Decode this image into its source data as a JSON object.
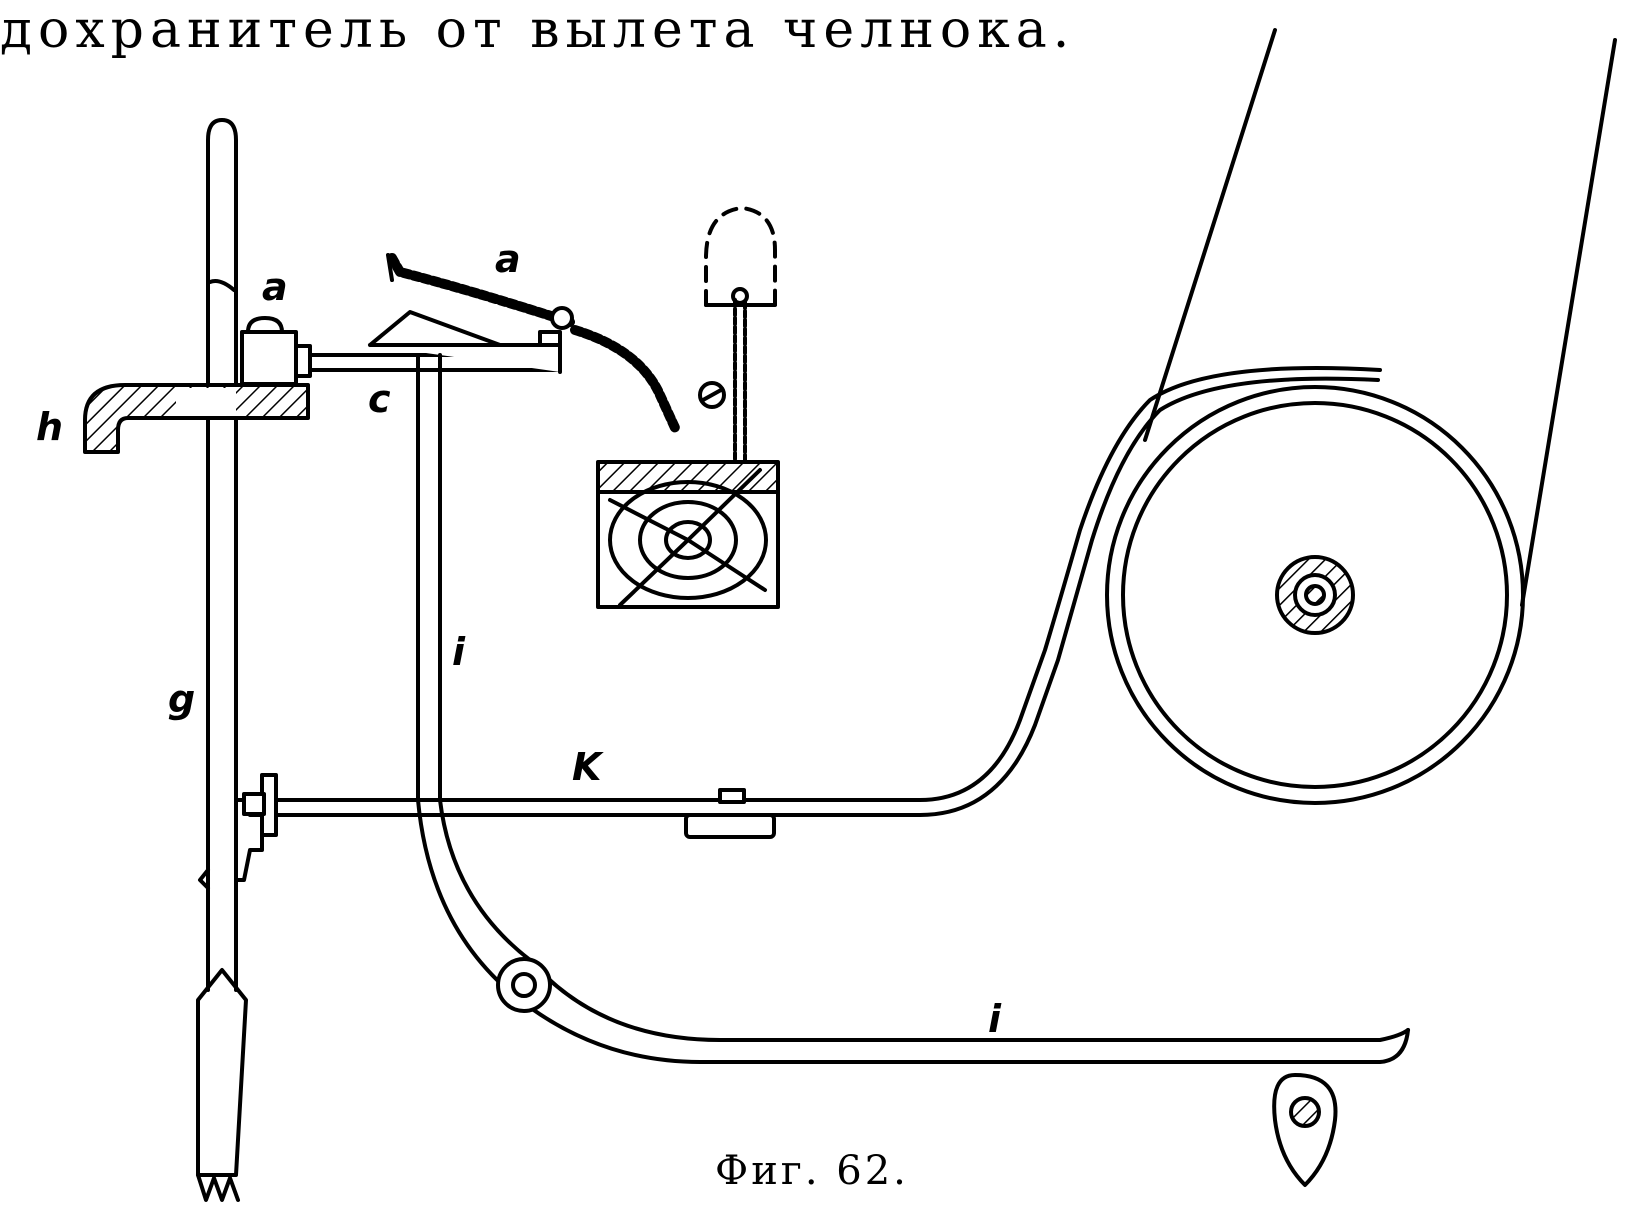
{
  "page": {
    "header_text": "дохранитель от вылета челнока.",
    "caption": "Фиг. 62."
  },
  "figure": {
    "labels": {
      "a_upper_left": "a",
      "a_lever": "a",
      "h": "h",
      "c": "c",
      "i_upper": "i",
      "g": "g",
      "k": "K",
      "i_lower": "i"
    },
    "colors": {
      "ink": "#000000",
      "paper": "#ffffff"
    }
  }
}
